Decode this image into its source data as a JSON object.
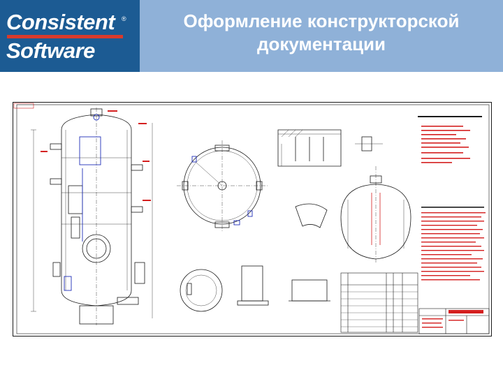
{
  "logo": {
    "line1": "Consistent",
    "line2": "Software",
    "registered_mark": "®"
  },
  "slide": {
    "title_line1": "Оформление конструкторской",
    "title_line2": "документации"
  },
  "colors": {
    "header_background": "#8fb1d8",
    "logo_background": "#1c5b93",
    "logo_accent_bar": "#d93a2b",
    "drawing_lines": "#1a1a1a",
    "drawing_annotations": "#d41f1f",
    "drawing_highlight": "#1f2fb8"
  }
}
